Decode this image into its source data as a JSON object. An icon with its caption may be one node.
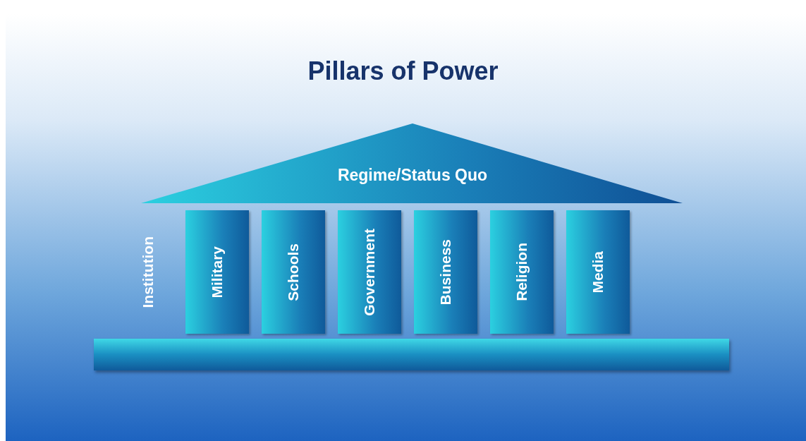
{
  "diagram": {
    "title": "Pillars of Power",
    "nodes": [
      {
        "text": [
          "Regime/Status Quo"
        ]
      },
      {
        "text": [
          "Military"
        ]
      },
      {
        "text": [
          "Schools"
        ]
      },
      {
        "text": [
          "Government"
        ]
      },
      {
        "text": [
          "Business"
        ]
      },
      {
        "text": [
          "Religion"
        ]
      },
      {
        "text": [
          "Media"
        ]
      },
      {
        "text": [],
        "shape": "bar"
      }
    ],
    "edges": [],
    "labels": [
      "Institution"
    ]
  }
}
